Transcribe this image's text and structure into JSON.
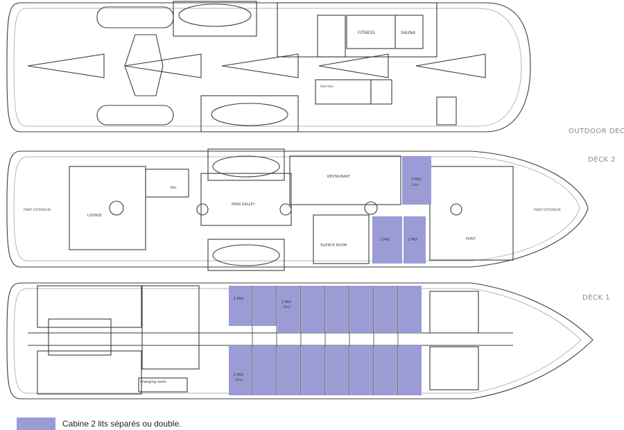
{
  "colors": {
    "cabin_fill": "#9b9cd6",
    "line": "#3a3a3a",
    "light_line": "#9a9a9a"
  },
  "decks": {
    "outdoor": {
      "title": "OUTDOOR DECK",
      "rooms": {
        "fitness": "FITNESS",
        "sauna": "SAUNA",
        "sofa": "Sofa Rom"
      }
    },
    "deck2": {
      "title": "DECK 2",
      "rooms": {
        "restaurant": "RESTAURANT",
        "lounge": "LOUNGE",
        "bar": "Bar",
        "galley": "MAIN GALLEY",
        "silence": "SILENCE ROOM",
        "pont_left": "PONT EXTERIEUR",
        "pont_right": "PONT EXTERIEUR",
        "pont": "PONT"
      },
      "cabins": [
        {
          "label": "2 PAX",
          "size": "22m²"
        },
        {
          "label": "2 PAX",
          "size": ""
        },
        {
          "label": "2 PAX",
          "size": ""
        }
      ]
    },
    "deck1": {
      "title": "DECK 1",
      "changing_room": "changing room",
      "cabin_label": "2 PAX",
      "cabin_size": "10m2",
      "first_cabin_label": "1 PAX"
    }
  },
  "legend": {
    "label": "Cabine 2 lits séparés ou double."
  }
}
